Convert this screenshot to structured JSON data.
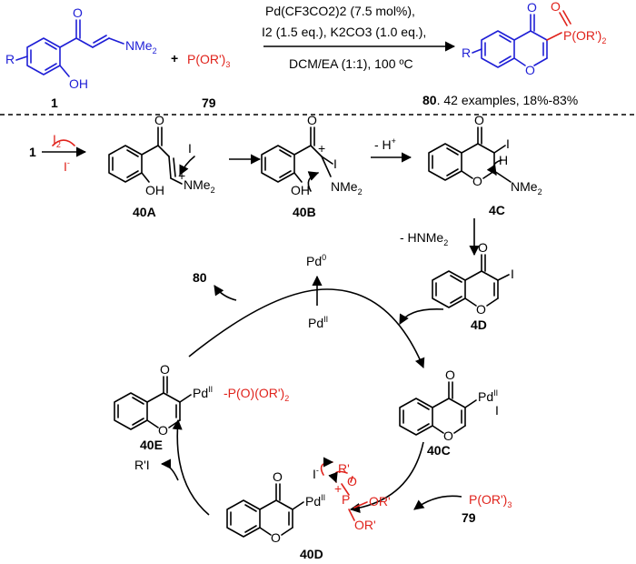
{
  "colors": {
    "reactant": "#1f1fd6",
    "reagent": "#e0231c",
    "text": "#000000"
  },
  "top": {
    "substrate_O": "O",
    "substrate_amine": "NMe",
    "substrate_amine_sub": "2",
    "substrate_R": "R",
    "substrate_OH": "OH",
    "substrate_label": "1",
    "plus": "+",
    "reagent_main": "P(OR')",
    "reagent_sub": "3",
    "reagent_label": "79",
    "cond1": "Pd(CF3CO2)2 (7.5 mol%),",
    "cond2": "I2 (1.5 eq.), K2CO3 (1.0 eq.),",
    "cond3": "DCM/EA (1:1), 100 ºC",
    "product_O": "O",
    "product_P": "P(OR')",
    "product_P_sub": "2",
    "product_ringO": "O",
    "product_R": "R",
    "product_label": "80",
    "product_note": ". 42 examples, 18%-83%"
  },
  "mechanism": {
    "start_label": "1",
    "I2": "I",
    "I2_sub": "2",
    "I_minus": "I",
    "intA_label": "40A",
    "intA_O": "O",
    "intA_I": "I",
    "intA_OH": "OH",
    "intA_amine": "NMe",
    "intA_amine_sub": "2",
    "intB_label": "40B",
    "intB_O": "O",
    "intB_I": "I",
    "intB_OH": "OH",
    "intB_amine": "NMe",
    "intB_amine_sub": "2",
    "step_H": "- H",
    "intC4_label": "4C",
    "intC4_O": "O",
    "intC4_I": "I",
    "intC4_H": "H",
    "intC4_ringO": "O",
    "intC4_amine": "NMe",
    "intC4_amine_sub": "2",
    "step_HNMe": "- HNMe",
    "step_HNMe_sub": "2",
    "intD4_label": "4D",
    "intD4_O": "O",
    "intD4_I": "I",
    "intD4_ringO": "O"
  },
  "cycle": {
    "pd0": "Pd",
    "pd0_sup": "0",
    "pd2": "Pd",
    "pd2_sup": "II",
    "product_label": "80",
    "e_label": "40E",
    "e_O": "O",
    "e_ringO": "O",
    "e_pd": "Pd",
    "e_pd_sup": "II",
    "e_ligand": "-P(O)(OR')",
    "e_ligand_sub": "2",
    "c_label": "40C",
    "c_O": "O",
    "c_ringO": "O",
    "c_pd": "Pd",
    "c_pd_sup": "II",
    "c_I": "I",
    "d_label": "40D",
    "d_O": "O",
    "d_ringO": "O",
    "d_pd": "Pd",
    "d_pd_sup": "II",
    "d_P": "P",
    "d_Rp": "R'",
    "d_Oa": "O",
    "d_OR1": "OR'",
    "d_OR2": "OR'",
    "d_I": "I",
    "rI": "R'I",
    "reagent": "P(OR')",
    "reagent_sub": "3",
    "reagent_label": "79"
  }
}
